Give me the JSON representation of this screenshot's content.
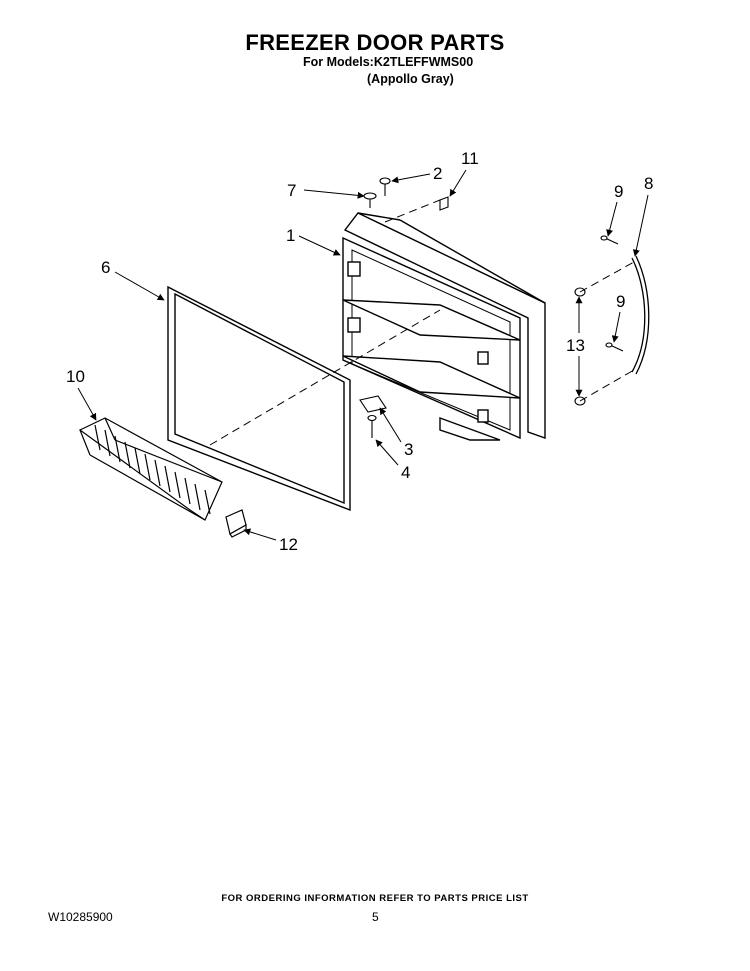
{
  "header": {
    "title": "FREEZER DOOR PARTS",
    "models_line": "For Models:K2TLEFFWMS00",
    "color_line": "(Appollo Gray)"
  },
  "callouts": [
    "1",
    "2",
    "3",
    "4",
    "6",
    "7",
    "8",
    "9",
    "9",
    "10",
    "11",
    "12",
    "13"
  ],
  "footer": {
    "ordering_note": "FOR ORDERING INFORMATION REFER TO PARTS PRICE LIST",
    "doc_number": "W10285900",
    "page_number": "5"
  }
}
